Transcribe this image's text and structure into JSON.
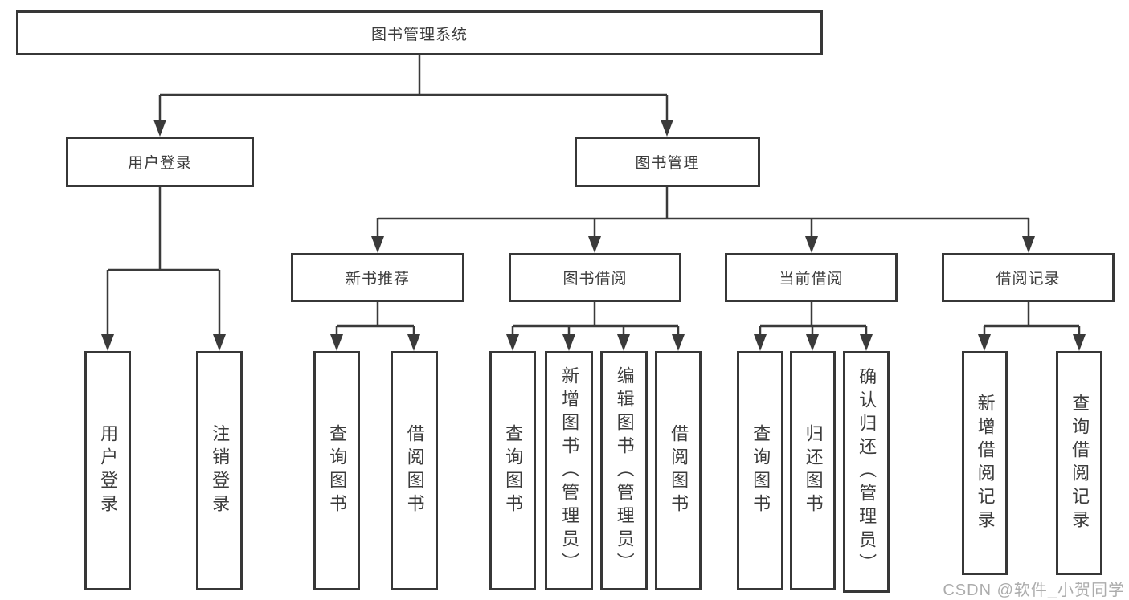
{
  "colors": {
    "line": "#3a3a3a",
    "box_border": "#373737",
    "text": "#3c3c3c",
    "watermark_text": "#acacac",
    "background": "#ffffff"
  },
  "tree": {
    "root": "图书管理系统",
    "branches": [
      {
        "label": "用户登录",
        "leaves": [
          "用户登录",
          "注销登录"
        ]
      },
      {
        "label": "图书管理",
        "groups": [
          {
            "label": "新书推荐",
            "leaves": [
              "查询图书",
              "借阅图书"
            ]
          },
          {
            "label": "图书借阅",
            "leaves": [
              "查询图书",
              "新增图书（管理员）",
              "编辑图书（管理员）",
              "借阅图书"
            ]
          },
          {
            "label": "当前借阅",
            "leaves": [
              "查询图书",
              "归还图书",
              "确认归还（管理员）"
            ]
          },
          {
            "label": "借阅记录",
            "leaves": [
              "新增借阅记录",
              "查询借阅记录"
            ]
          }
        ]
      }
    ]
  },
  "watermark": "CSDN @软件_小贺同学"
}
